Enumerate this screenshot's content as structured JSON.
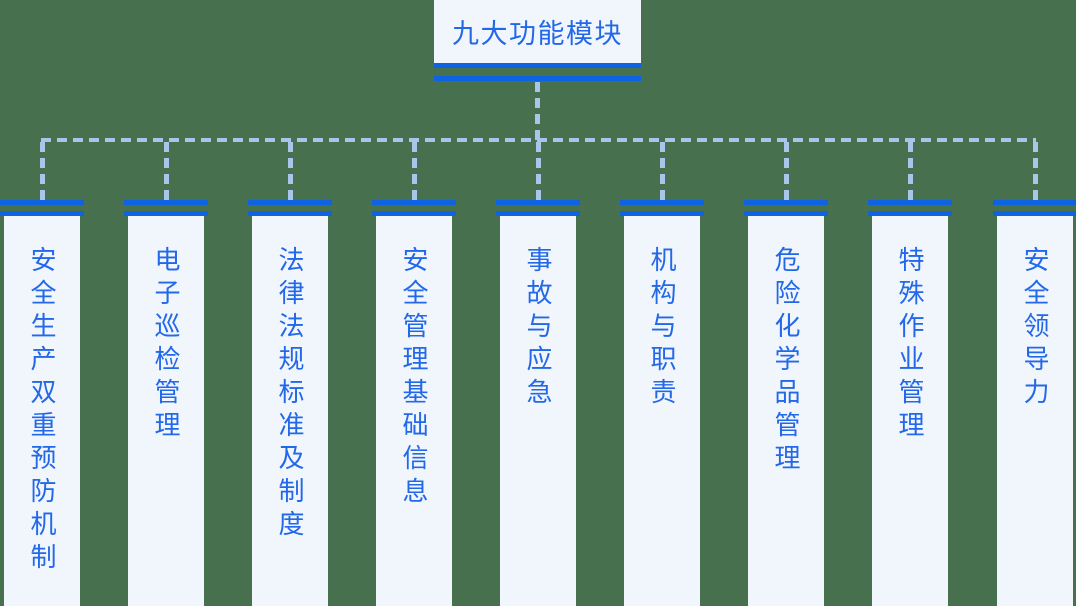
{
  "root": {
    "label": "九大功能模块"
  },
  "modules": [
    "安全生产双重预防机制",
    "电子巡检管理",
    "法律法规标准及制度",
    "安全管理基础信息",
    "事故与应急",
    "机构与职责",
    "危险化学品管理",
    "特殊作业管理",
    "安全领导力"
  ],
  "colors": {
    "background": "#47704F",
    "panel": "#F1F6FD",
    "accent_line": "#0E63E2",
    "text": "#2268E9",
    "connector_dash": "#A9C6EA"
  }
}
